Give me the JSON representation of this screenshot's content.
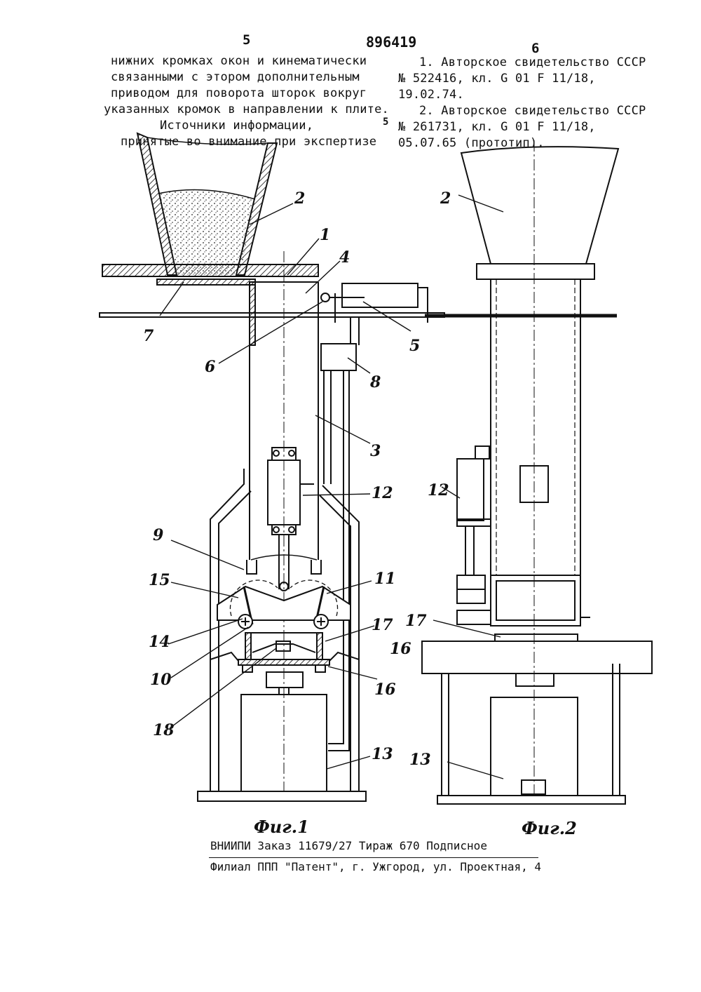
{
  "header": {
    "page_left": "5",
    "patent_number": "896419",
    "page_right": "6"
  },
  "left_text": {
    "lines": [
      "нижних кромках окон и кинематически",
      "связанными с этором дополнительным",
      "приводом для поворота шторок вокруг",
      "указанных кромок в направлении к плите."
    ],
    "sources_title_1": "Источники информации,",
    "sources_title_2": "принятые во внимание при экспертизе"
  },
  "right_text": {
    "ref1_line1": "1. Авторское свидетельство СССР",
    "ref1_line2": "№ 522416, кл. G 01 F 11/18,",
    "ref1_line3": "19.02.74.",
    "ref2_line1": "2. Авторское свидетельство СССР",
    "ref2_line2": "№ 261731, кл. G 01 F 11/18,",
    "ref2_line3": "05.07.65 (прототип).",
    "margin_number": "5"
  },
  "figures": {
    "fig1_caption": "Фиг.1",
    "fig2_caption": "Фиг.2",
    "fig1_labels": [
      "1",
      "2",
      "3",
      "4",
      "5",
      "6",
      "7",
      "8",
      "9",
      "10",
      "11",
      "12",
      "13",
      "14",
      "15",
      "16",
      "17",
      "18"
    ],
    "fig2_labels": [
      "2",
      "12",
      "13",
      "16",
      "17"
    ]
  },
  "footer": {
    "line1": "ВНИИПИ  Заказ 11679/27  Тираж 670 Подписное",
    "line2": "Филиал ППП \"Патент\", г. Ужгород, ул. Проектная, 4"
  }
}
